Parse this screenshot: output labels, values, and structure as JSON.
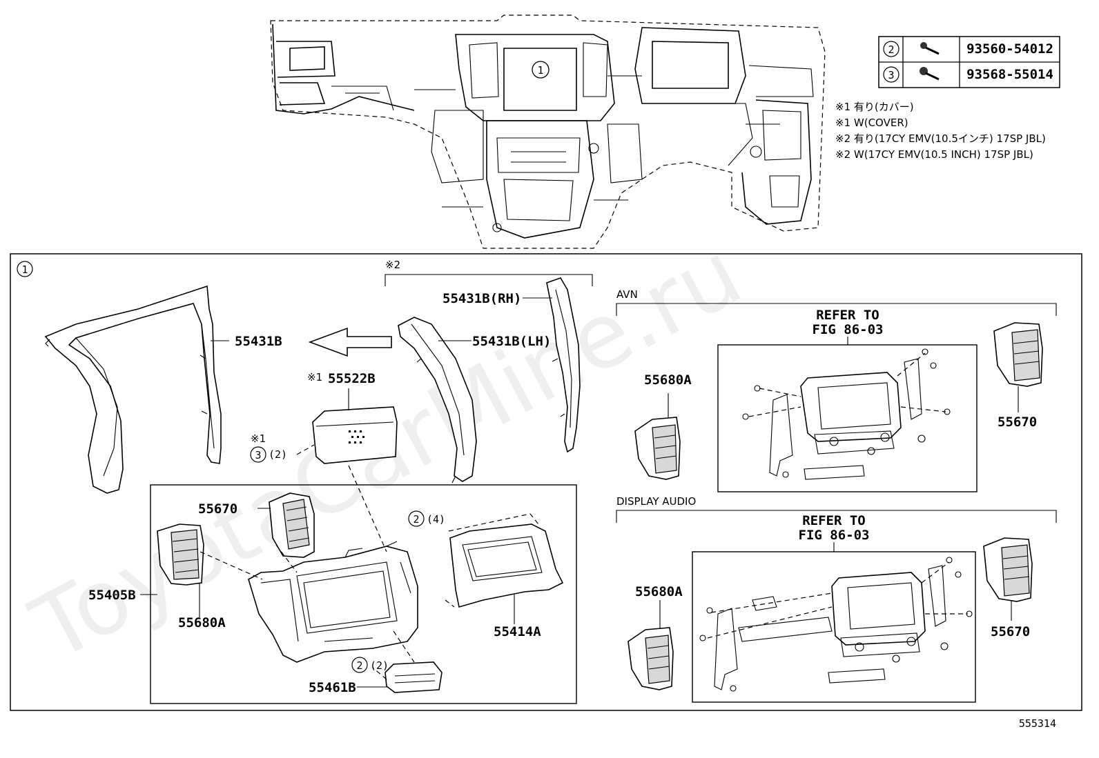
{
  "fasteners": [
    {
      "ref": "2",
      "part_no": "93560-54012"
    },
    {
      "ref": "3",
      "part_no": "93568-55014"
    }
  ],
  "notes": [
    "※1 有り(カバー)",
    "※1 W(COVER)",
    "※2 有り(17CY EMV(10.5インチ) 17SP JBL)",
    "※2 W(17CY EMV(10.5 INCH) 17SP JBL)"
  ],
  "watermark": "ToyotaCarMine.ru",
  "overview_callout": "1",
  "detail": {
    "group_ref": "1",
    "mark2": "※2",
    "mark1_small": "※1",
    "part_55522b": "55522B",
    "part_55431b": "55431B",
    "part_55431b_rh": "55431B(RH)",
    "part_55431b_lh": "55431B(LH)",
    "screw3_mark": "※1",
    "screw3_ref": "3",
    "screw3_qty": "(2)",
    "part_55670": "55670",
    "part_55405b": "55405B",
    "part_55680a": "55680A",
    "screw2a_ref": "2",
    "screw2a_qty": "(4)",
    "part_55414a": "55414A",
    "screw2b_ref": "2",
    "screw2b_qty": "(2)",
    "part_55461b": "55461B"
  },
  "avn": {
    "title": "AVN",
    "refer_line1": "REFER TO",
    "refer_line2": "FIG 86-03",
    "left_part": "55680A",
    "right_part": "55670"
  },
  "display_audio": {
    "title": "DISPLAY AUDIO",
    "refer_line1": "REFER TO",
    "refer_line2": "FIG 86-03",
    "left_part": "55680A",
    "right_part": "55670"
  },
  "figure_number": "555314"
}
